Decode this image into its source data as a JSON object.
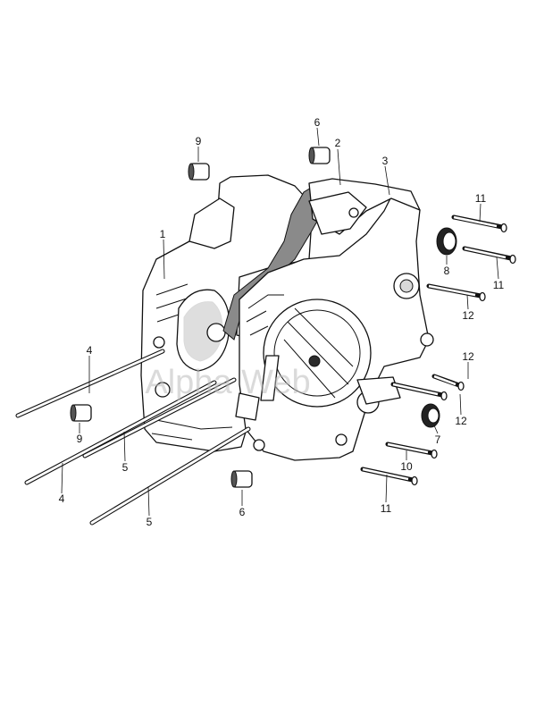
{
  "watermark": "Alpha Web",
  "callouts": [
    {
      "id": "1",
      "text": "1"
    },
    {
      "id": "2",
      "text": "2"
    },
    {
      "id": "3",
      "text": "3"
    },
    {
      "id": "4a",
      "text": "4"
    },
    {
      "id": "4b",
      "text": "4"
    },
    {
      "id": "5a",
      "text": "5"
    },
    {
      "id": "5b",
      "text": "5"
    },
    {
      "id": "6a",
      "text": "6"
    },
    {
      "id": "6b",
      "text": "6"
    },
    {
      "id": "7",
      "text": "7"
    },
    {
      "id": "8",
      "text": "8"
    },
    {
      "id": "9a",
      "text": "9"
    },
    {
      "id": "9b",
      "text": "9"
    },
    {
      "id": "10",
      "text": "10"
    },
    {
      "id": "11a",
      "text": "11"
    },
    {
      "id": "11b",
      "text": "11"
    },
    {
      "id": "11c",
      "text": "11"
    },
    {
      "id": "12a",
      "text": "12"
    },
    {
      "id": "12b",
      "text": "12"
    },
    {
      "id": "12c",
      "text": "12"
    }
  ]
}
